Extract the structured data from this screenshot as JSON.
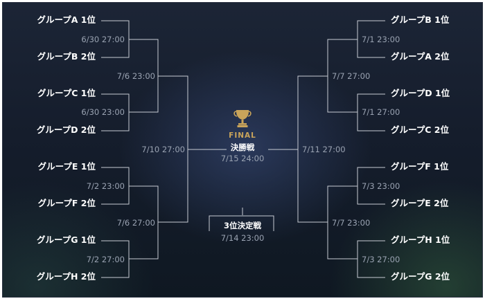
{
  "left_teams": [
    "グループA 1位",
    "グループB 2位",
    "グループC 1位",
    "グループD 2位",
    "グループE 1位",
    "グループF 2位",
    "グループG 1位",
    "グループH 2位"
  ],
  "right_teams": [
    "グループB 1位",
    "グループA 2位",
    "グループD 1位",
    "グループC 2位",
    "グループF 1位",
    "グループE 2位",
    "グループH 1位",
    "グループG 2位"
  ],
  "left_r16_dates": [
    "6/30 27:00",
    "6/30 23:00",
    "7/2 23:00",
    "7/2 27:00"
  ],
  "right_r16_dates": [
    "7/1 23:00",
    "7/1 27:00",
    "7/3 23:00",
    "7/3 27:00"
  ],
  "left_qf_dates": [
    "7/6 23:00",
    "7/6 27:00"
  ],
  "right_qf_dates": [
    "7/7 27:00",
    "7/7 23:00"
  ],
  "left_sf_date": "7/10 27:00",
  "right_sf_date": "7/11 27:00",
  "final": {
    "icon": "trophy-icon",
    "label": "FINAL",
    "title": "決勝戦",
    "date": "7/15 24:00"
  },
  "third_place": {
    "title": "3位決定戦",
    "date": "7/14 23:00"
  },
  "colors": {
    "lines": "#c8ccd4",
    "team_text": "#ffffff",
    "date_text": "#9aa3b2",
    "trophy_gold": "#c9a45a"
  }
}
